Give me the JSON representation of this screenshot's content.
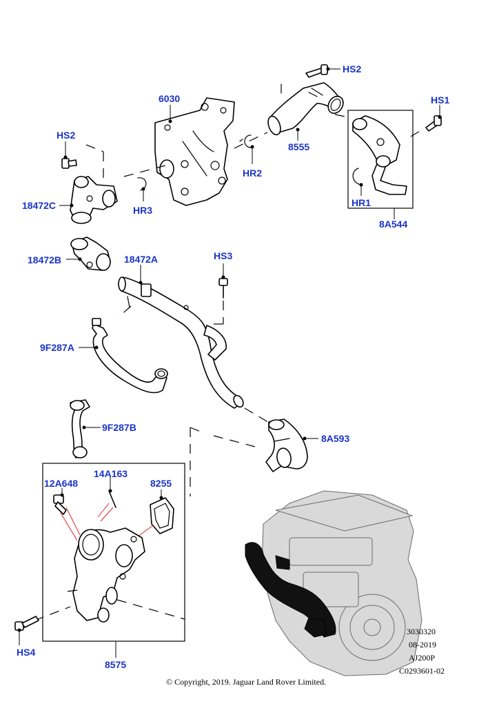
{
  "callouts": {
    "hs2_top": "HS2",
    "hs1": "HS1",
    "c6030": "6030",
    "hs2_left": "HS2",
    "c8555": "8555",
    "hr2": "HR2",
    "c18472c": "18472C",
    "hr3": "HR3",
    "hr1": "HR1",
    "c8a544": "8A544",
    "c18472b": "18472B",
    "c18472a": "18472A",
    "hs3": "HS3",
    "c9f287a": "9F287A",
    "c9f287b": "9F287B",
    "c8a593": "8A593",
    "c12a648": "12A648",
    "c14a163": "14A163",
    "c8255": "8255",
    "hs4": "HS4",
    "c8575": "8575"
  },
  "illustration_codes": {
    "line1": "3030320",
    "line2": "08-2019",
    "line3": "AJ200P",
    "line4": "C0293601-02"
  },
  "copyright": "© Copyright, 2019. Jaguar Land Rover Limited.",
  "colors": {
    "callout": "#1a33c8",
    "leader_red": "#e02020",
    "ink": "#000000"
  }
}
